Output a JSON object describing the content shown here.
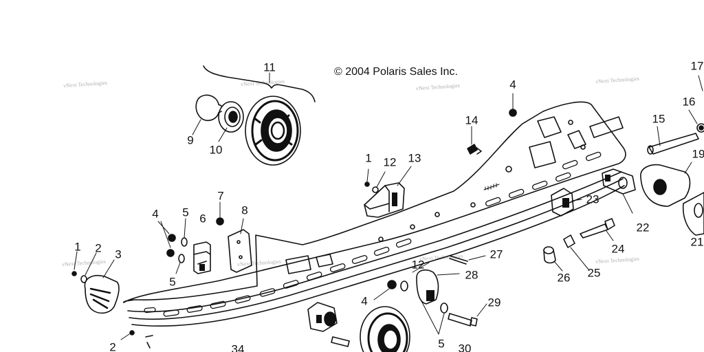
{
  "copyright": "© 2004 Polaris Sales Inc.",
  "watermark": "vNext Technologies",
  "callouts": [
    "1",
    "2",
    "3",
    "4",
    "5",
    "6",
    "7",
    "8",
    "9",
    "10",
    "11",
    "12",
    "13",
    "14",
    "15",
    "16",
    "17",
    "19",
    "21",
    "22",
    "23",
    "24",
    "25",
    "26",
    "27",
    "28",
    "29",
    "30",
    "34"
  ]
}
